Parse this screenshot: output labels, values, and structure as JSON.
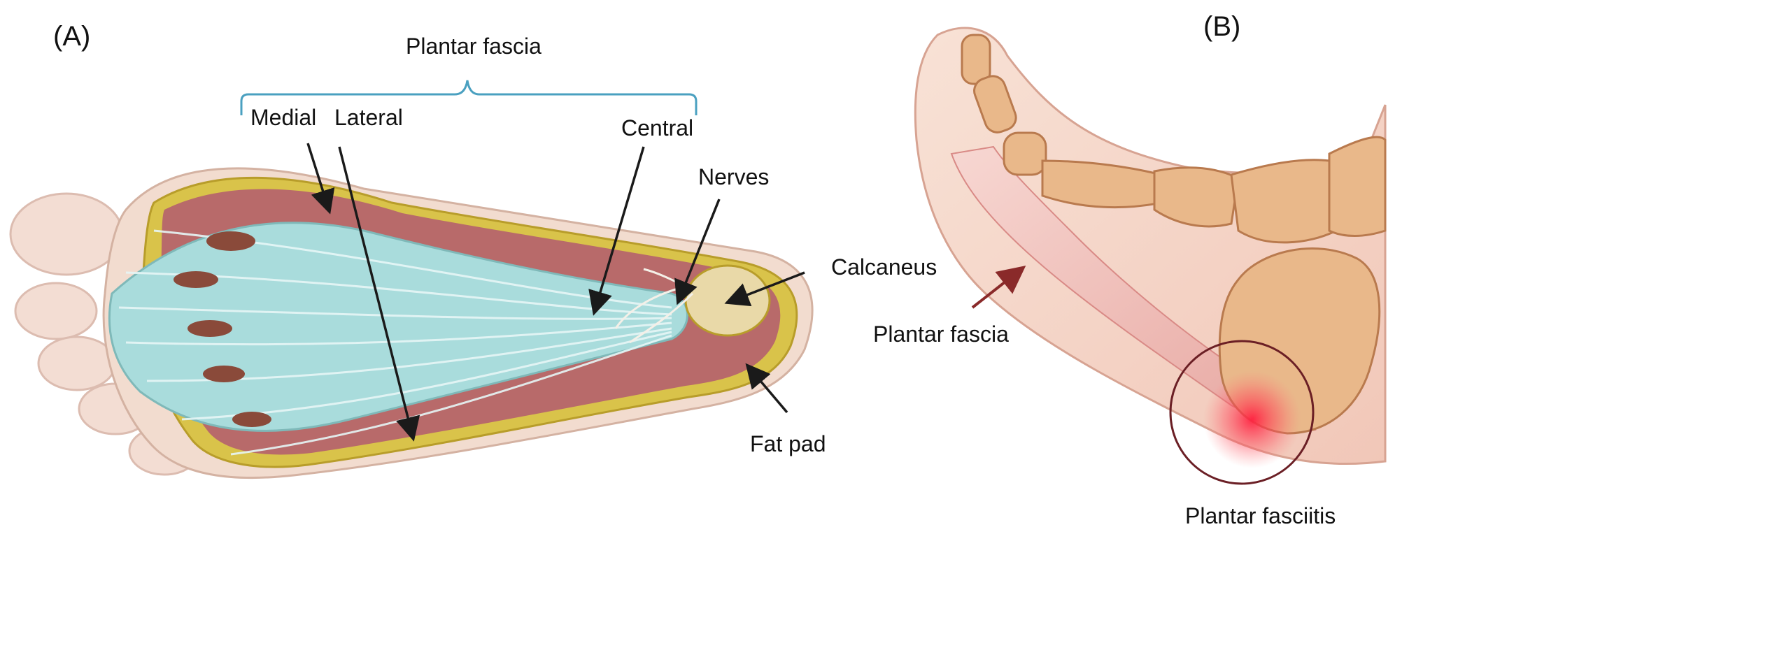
{
  "panel_a": {
    "panel_label": "(A)",
    "bracket_label": "Plantar fascia",
    "labels": {
      "medial": "Medial",
      "lateral": "Lateral",
      "central": "Central",
      "nerves": "Nerves",
      "calcaneus": "Calcaneus",
      "fat_pad": "Fat pad"
    }
  },
  "panel_b": {
    "panel_label": "(B)",
    "labels": {
      "plantar_fascia": "Plantar fascia",
      "plantar_fasciitis": "Plantar fasciitis"
    }
  },
  "colors": {
    "fascia": "#a9dcdc",
    "fat": "#d9c34a",
    "skin": "#f5ddd0",
    "bone": "#e9b88a",
    "inflammation": "#ff3b4a",
    "bracket": "#4aa0c0",
    "arrow_dark": "#1a1a1a",
    "arrow_red": "#8a2a2a"
  }
}
